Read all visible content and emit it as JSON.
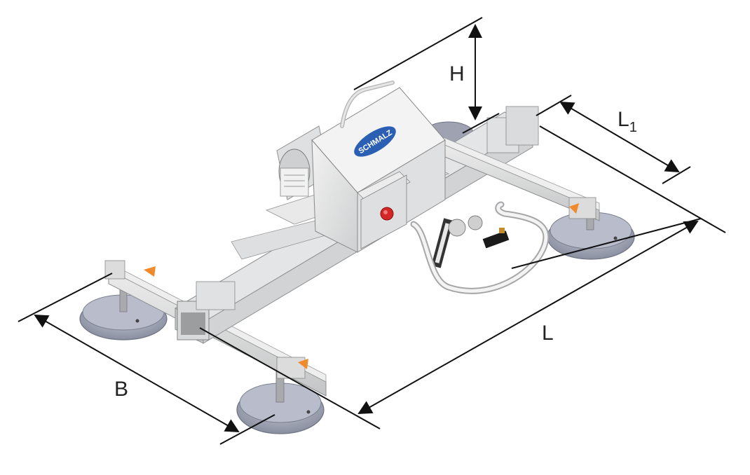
{
  "dimensions": {
    "height": "H",
    "length": "L",
    "length_sub": {
      "base": "L",
      "sub": "1"
    },
    "width": "B"
  },
  "logo": {
    "text": "SCHMALZ"
  },
  "colors": {
    "frame": "#d9dadb",
    "frame_dark": "#b5b7b9",
    "pad": "#8e93a3",
    "pad_top": "#b8bccb",
    "pad_stem": "#a7a9ab",
    "housing": "#e6e6e6",
    "housing_shadow": "#c7c8c9",
    "logo_blue": "#2a5fb3",
    "button_red": "#d42626",
    "accent_orange": "#f08a2a",
    "dim_line": "#111111"
  }
}
